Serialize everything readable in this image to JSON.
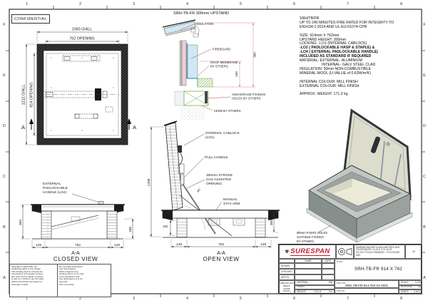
{
  "sheet": {
    "confidential": "CONFIDENTIAL"
  },
  "grid": {
    "cols": [
      "1",
      "2",
      "3",
      "4",
      "5",
      "6",
      "7",
      "8"
    ],
    "rows": [
      "F",
      "E",
      "D",
      "C",
      "B",
      "A"
    ]
  },
  "plan_view": {
    "dim_overall_w": "1060 O/ALL",
    "dim_opening_w": "762 OPENING",
    "dim_overall_h": "1212 O/ALL",
    "dim_opening_h": "914 OPENING",
    "section_letter": "A"
  },
  "upstand_detail": {
    "title": "SRH-TB-FR 300mm UPSTAND",
    "label_insulation": "INSULATION",
    "label_fireboard": "FIREBOARD",
    "label_membrane_1": "ROOF MEMBRANE",
    "label_membrane_2": "BY OTHERS",
    "label_anchorage_1": "ANCHORAGE FIXINGS/",
    "label_anchorage_2": "HOLES BY OTHERS",
    "label_kerb": "KERB BY OTHERS",
    "dim_overall": "360",
    "dim_kerb": "150"
  },
  "spec": {
    "lines": [
      {
        "t": "SRH/TB/FR"
      },
      {
        "t": "UP TO 240 MINUTES FIRE RATED FOR INTEGRITY TO"
      },
      {
        "t": "EN1634-1:2014 AND UL-EU-01074-CPR"
      },
      {
        "t": ""
      },
      {
        "t": "SIZE: 914mm X 762mm"
      },
      {
        "t": "UPSTAND HEIGHT: 300mm"
      },
      {
        "t": "LOCKING: -LO1  (INTERNAL CABLOCK)"
      },
      {
        "t": "-LO2 ( PADLOCKABLE HASP & STAPLE) &",
        "cls": "b"
      },
      {
        "t": "-LO4 ( EXTERNAL PADLOCKABLE HANDLE)",
        "cls": "b"
      },
      {
        "t": "INCLUDED AS STANDARD IF REQUIRED",
        "cls": "b"
      },
      {
        "t": "MATERIAL: EXTERNAL- ALUMINIUM"
      },
      {
        "t": "INTERNAL- GALV STEEL CLAD",
        "cls": "ind"
      },
      {
        "t": "INSULATION: 50mm NON-COMBUSTIBLE"
      },
      {
        "t": "MINERAL WOOL (U-VALUE of 0.63W/m²K)"
      },
      {
        "t": ""
      },
      {
        "t": "INTERNAL COLOUR: MILL FINISH"
      },
      {
        "t": "EXTERNAL COLOUR: MILL FINISH"
      },
      {
        "t": ""
      },
      {
        "t": "APPROX. WEIGHT: 171.3 kg"
      }
    ]
  },
  "closed_view": {
    "label_handle_1": "EXTERNAL",
    "label_handle_2": "PADLOCKABLE",
    "label_handle_3": "HANDLE (LO4)",
    "dim_height": "360",
    "dim_inner_height": "186",
    "dim_left": "149",
    "dim_mid": "762",
    "dim_right": "149",
    "title_1": "A-A",
    "title_2": "CLOSED VIEW"
  },
  "open_view": {
    "label_cablock_1": "INTERNAL CABLOCK",
    "label_cablock_2": "(LO1)",
    "label_pull": "PULL HANDLE",
    "label_gas_1": "300mm STROKE",
    "label_gas_2": "GAS ASSISTED",
    "label_gas_3": "OPENING",
    "label_stay_1": "MANUAL",
    "label_stay_2": "STAY ARM",
    "dim_open_height": "1268",
    "dim_angle": "85°",
    "dim_upstand": "300",
    "dim_hinge": "183",
    "dim_left": "149",
    "dim_mid": "762",
    "dim_right": "149",
    "title_1": "A-A",
    "title_2": "OPEN VIEW"
  },
  "iso_view": {
    "label_1": "Ø9mm FIXING HOLES",
    "label_2": "SUITABLE FIXINGS",
    "label_3": "BY OTHERS"
  },
  "title_block": {
    "logo": "SURESPAN",
    "notes_1": "DIMENSIONS ARE IN MILLIMETRES AND",
    "notes_2": "TOLERANCES: X=±0.5, X.X=±0.25",
    "notes_3": "DO NOT SCALE DRAWING - IF IN DOUBT ASK",
    "paper": "A3",
    "col_name": "NAME",
    "col_date": "DATE",
    "row_drawn": "DRAWN",
    "row_checked": "CHECKED",
    "row_appvd": "APPV'D",
    "deburr_1": "DEBURR AND",
    "deburr_2": "BREAK SHARP",
    "deburr_3": "EDGES",
    "material_label": "MATERIAL:",
    "material_value": "NA",
    "finish_label": "FINISH:",
    "weight_label": "WEIGHT:",
    "weight_value": "171.3",
    "weight_unit": "KG",
    "title_label": "TITLE:",
    "title_value": "SRH-TB-FR 914 X 762",
    "dwg_label": "DWG NO.",
    "dwg_value": "SRH-TB-FR-914-762-01-0001",
    "status_label": "STATUS:",
    "scale_label": "SCALE:",
    "scale_value": "1:12",
    "revision_label": "REVISION:",
    "revision_value": "A",
    "sheet_label": "SHEET:",
    "sheet_value": "1 of 1"
  },
  "legal": {
    "left_lines": [
      "Surespan Limited 2021. All",
      "intellectual rights to this design.",
      "This drawing and its contents are",
      "the property of Surespan Limited",
      "and must not be copied or issued",
      "in part or in whole to any 3rd party",
      "without the written permission of",
      "Surespan Limited"
    ],
    "right_lines": [
      "Do not scale dimensions",
      "from this drawing.",
      "Work to figures only.",
      "All dimensions in mm and",
      "to be checked on site.",
      "Any discrepancy is to be",
      "reported.",
      "Prior to printing."
    ]
  }
}
